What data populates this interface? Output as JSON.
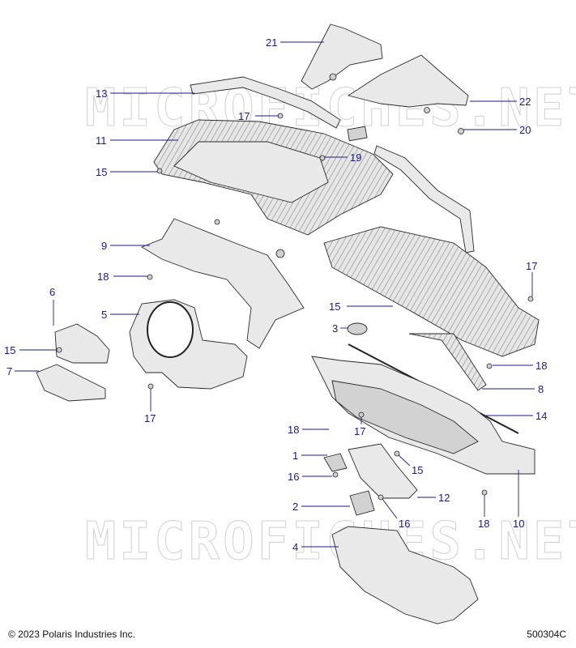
{
  "watermark": "MICROFICHES.NET",
  "callouts": [
    {
      "num": "21"
    },
    {
      "num": "13"
    },
    {
      "num": "22"
    },
    {
      "num": "17"
    },
    {
      "num": "11"
    },
    {
      "num": "20"
    },
    {
      "num": "19"
    },
    {
      "num": "15"
    },
    {
      "num": "9"
    },
    {
      "num": "18"
    },
    {
      "num": "17"
    },
    {
      "num": "6"
    },
    {
      "num": "5"
    },
    {
      "num": "15"
    },
    {
      "num": "3"
    },
    {
      "num": "15"
    },
    {
      "num": "7"
    },
    {
      "num": "18"
    },
    {
      "num": "8"
    },
    {
      "num": "17"
    },
    {
      "num": "14"
    },
    {
      "num": "18"
    },
    {
      "num": "17"
    },
    {
      "num": "1"
    },
    {
      "num": "15"
    },
    {
      "num": "16"
    },
    {
      "num": "12"
    },
    {
      "num": "2"
    },
    {
      "num": "16"
    },
    {
      "num": "18"
    },
    {
      "num": "10"
    },
    {
      "num": "4"
    }
  ],
  "footer": {
    "copyright": "© 2023 Polaris Industries Inc.",
    "diagram_code": "500304C"
  }
}
